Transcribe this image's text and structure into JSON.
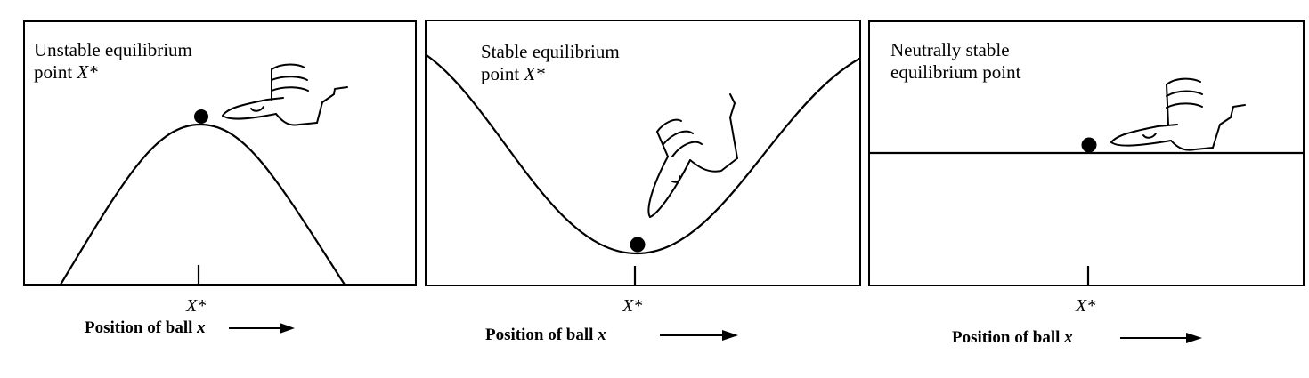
{
  "panels": [
    {
      "id": "unstable",
      "title_line1": "Unstable equilibrium",
      "title_line2_prefix": "point ",
      "title_line2_var": "X*",
      "tick_label": "X*",
      "axis_label_text": "Position of ball ",
      "axis_label_var": "x"
    },
    {
      "id": "stable",
      "title_line1": "Stable equilibrium",
      "title_line2_prefix": "point ",
      "title_line2_var": "X*",
      "tick_label": "X*",
      "axis_label_text": "Position of ball ",
      "axis_label_var": "x"
    },
    {
      "id": "neutral",
      "title_line1": "Neutrally stable",
      "title_line2_prefix": "equilibrium point",
      "title_line2_var": "",
      "tick_label": "X*",
      "axis_label_text": "Position of ball ",
      "axis_label_var": "x"
    }
  ]
}
